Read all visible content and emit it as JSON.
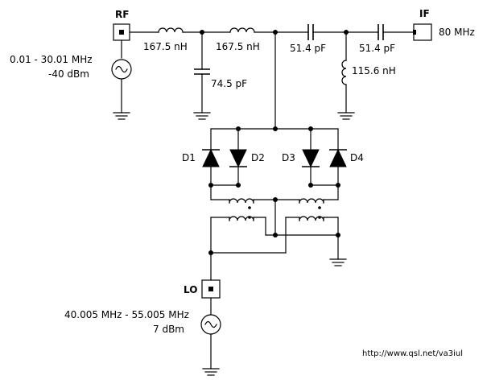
{
  "ports": {
    "rf": {
      "label": "RF"
    },
    "if_port": {
      "label": "IF",
      "freq": "80 MHz"
    },
    "lo": {
      "label": "LO"
    }
  },
  "sources": {
    "rf": {
      "freq": "0.01 - 30.01 MHz",
      "power": "-40 dBm"
    },
    "lo": {
      "freq": "40.005 MHz - 55.005 MHz",
      "power": "7 dBm"
    }
  },
  "components": {
    "l1": "167.5 nH",
    "l2": "167.5 nH",
    "c_shunt": "74.5 pF",
    "c_series1": "51.4 pF",
    "c_series2": "51.4 pF",
    "l_shunt": "115.6 nH"
  },
  "diodes": {
    "d1": "D1",
    "d2": "D2",
    "d3": "D3",
    "d4": "D4"
  },
  "url": "http://www.qsl.net/va3iul"
}
